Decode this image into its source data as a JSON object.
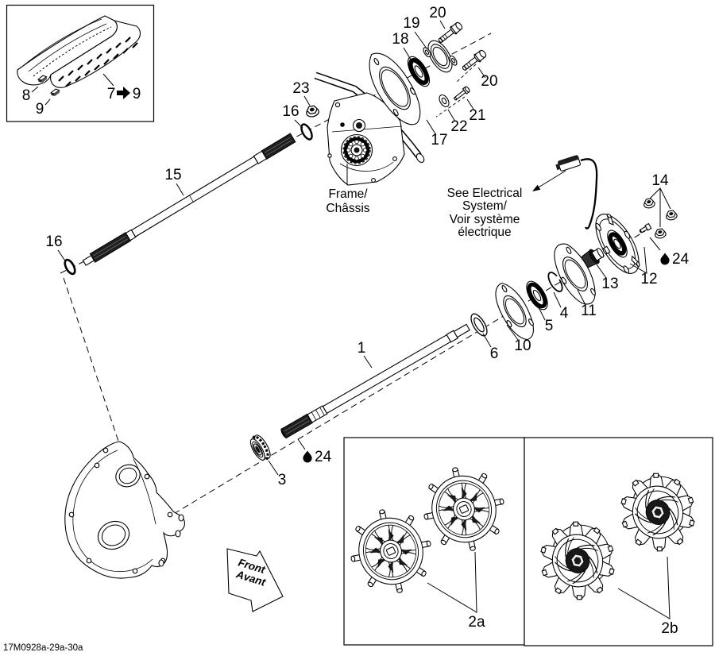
{
  "page": {
    "background": "#ffffff",
    "line_color": "#000000",
    "shade_color": "#1f1f1f"
  },
  "footer": {
    "document_code": "17M0928a-29a-30a"
  },
  "inset": {
    "callout_8": "8",
    "callout_9": "9",
    "range_from": "7",
    "range_to": "9"
  },
  "notes": {
    "frame": {
      "line1": "Frame/",
      "line2": "Châssis"
    },
    "electrical": {
      "line1": "See Electrical",
      "line2": "System/",
      "line3": "Voir système",
      "line4": "électrique"
    },
    "front_arrow": {
      "line1": "Front",
      "line2": "Avant"
    }
  },
  "callouts": {
    "c1": "1",
    "c2a": "2a",
    "c2b": "2b",
    "c3": "3",
    "c4": "4",
    "c5": "5",
    "c6": "6",
    "c10": "10",
    "c11": "11",
    "c12": "12",
    "c13": "13",
    "c14": "14",
    "c15": "15",
    "c16_left": "16",
    "c16_top": "16",
    "c17": "17",
    "c18": "18",
    "c19": "19",
    "c20_top": "20",
    "c20_right": "20",
    "c21": "21",
    "c22": "22",
    "c23": "23",
    "c24_mid": "24",
    "c24_right": "24"
  }
}
